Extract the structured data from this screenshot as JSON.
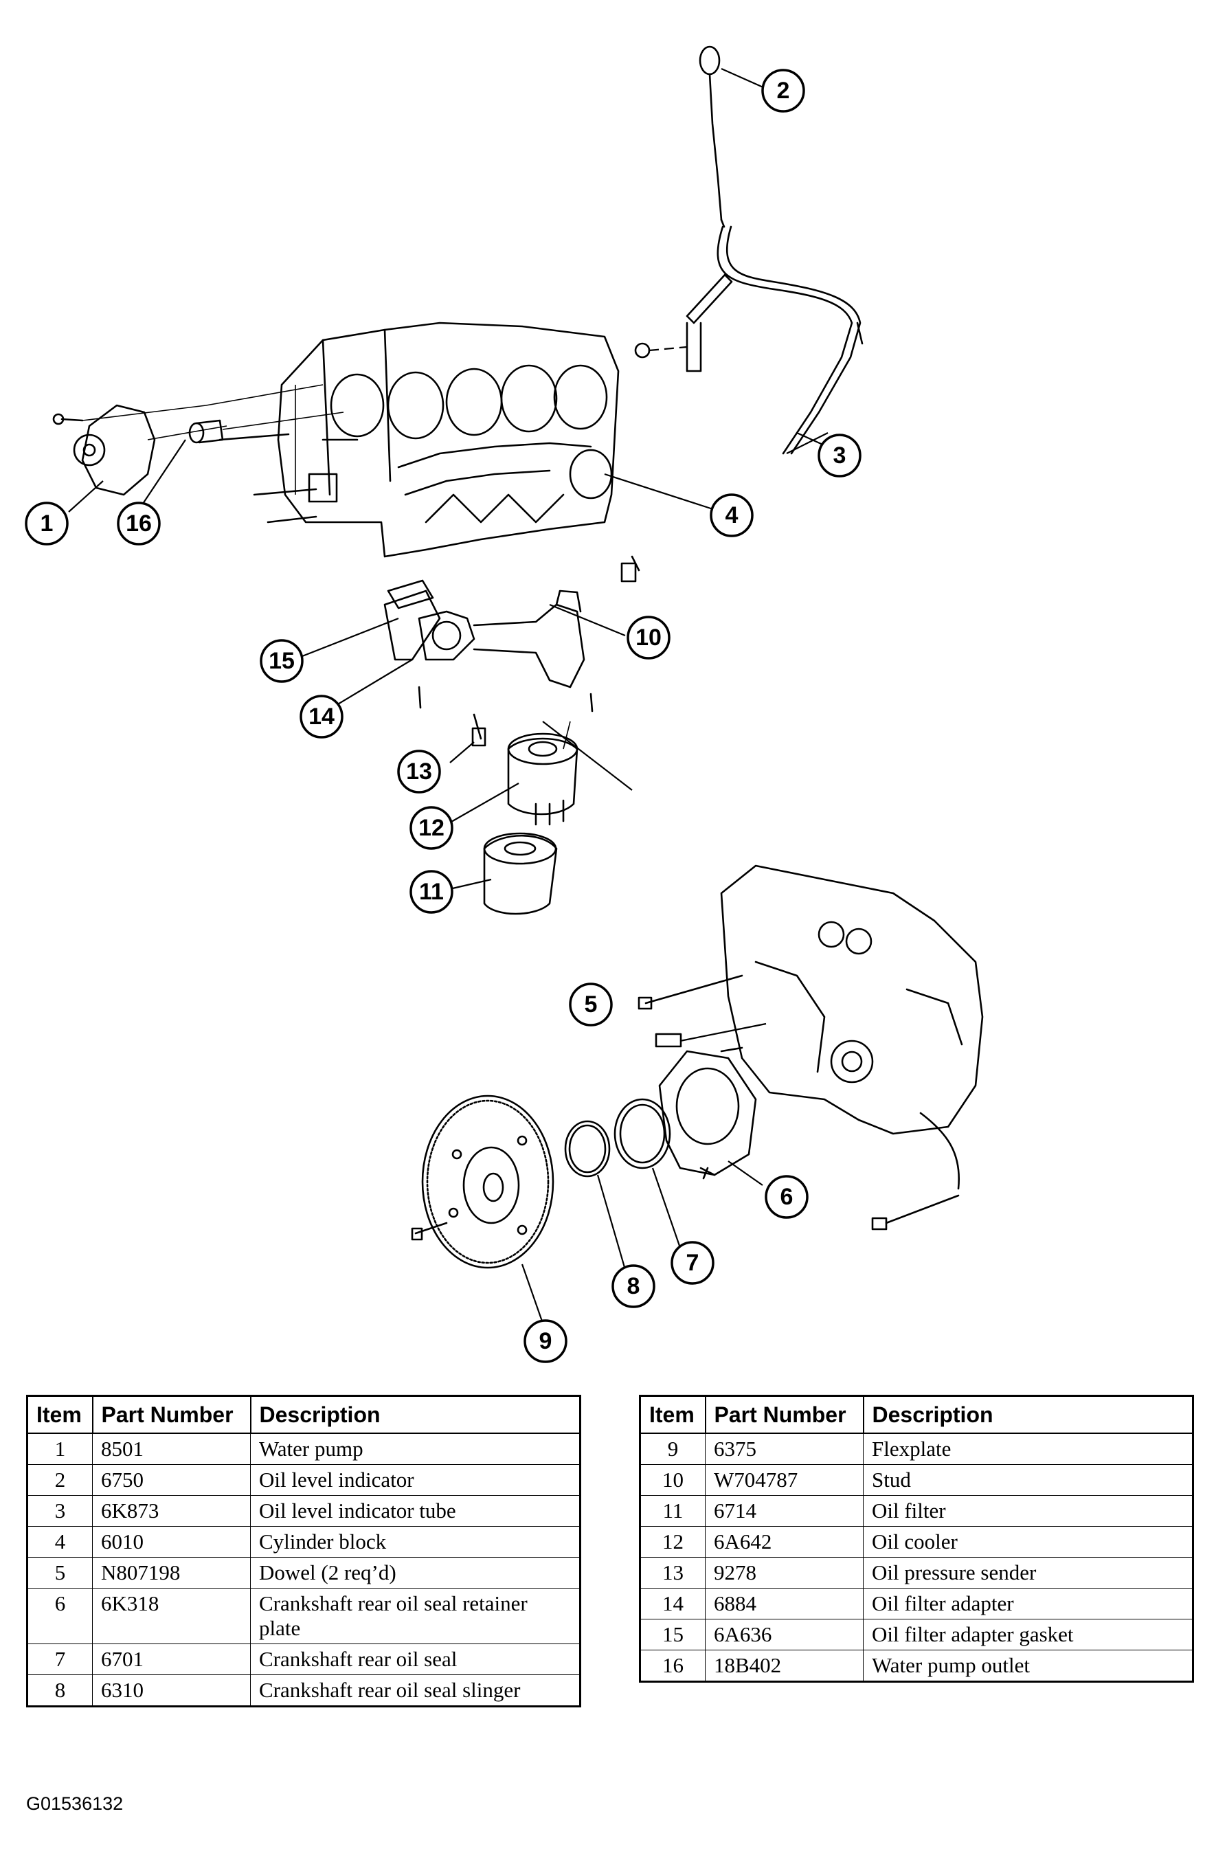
{
  "figure_code": "G01536132",
  "callouts": [
    "1",
    "2",
    "3",
    "4",
    "5",
    "6",
    "7",
    "8",
    "9",
    "10",
    "11",
    "12",
    "13",
    "14",
    "15",
    "16"
  ],
  "table_headers": {
    "item": "Item",
    "part_number": "Part Number",
    "description": "Description"
  },
  "parts_left": [
    {
      "item": "1",
      "part": "8501",
      "desc": "Water pump"
    },
    {
      "item": "2",
      "part": "6750",
      "desc": "Oil level indicator"
    },
    {
      "item": "3",
      "part": "6K873",
      "desc": "Oil level indicator tube"
    },
    {
      "item": "4",
      "part": "6010",
      "desc": "Cylinder block"
    },
    {
      "item": "5",
      "part": "N807198",
      "desc": "Dowel (2 req’d)"
    },
    {
      "item": "6",
      "part": "6K318",
      "desc": "Crankshaft rear oil seal retainer plate"
    },
    {
      "item": "7",
      "part": "6701",
      "desc": "Crankshaft rear oil seal"
    },
    {
      "item": "8",
      "part": "6310",
      "desc": "Crankshaft rear oil seal slinger"
    }
  ],
  "parts_right": [
    {
      "item": "9",
      "part": "6375",
      "desc": "Flexplate"
    },
    {
      "item": "10",
      "part": "W704787",
      "desc": "Stud"
    },
    {
      "item": "11",
      "part": "6714",
      "desc": "Oil filter"
    },
    {
      "item": "12",
      "part": "6A642",
      "desc": "Oil cooler"
    },
    {
      "item": "13",
      "part": "9278",
      "desc": "Oil pressure sender"
    },
    {
      "item": "14",
      "part": "6884",
      "desc": "Oil filter adapter"
    },
    {
      "item": "15",
      "part": "6A636",
      "desc": "Oil filter adapter gasket"
    },
    {
      "item": "16",
      "part": "18B402",
      "desc": "Water pump outlet"
    }
  ]
}
